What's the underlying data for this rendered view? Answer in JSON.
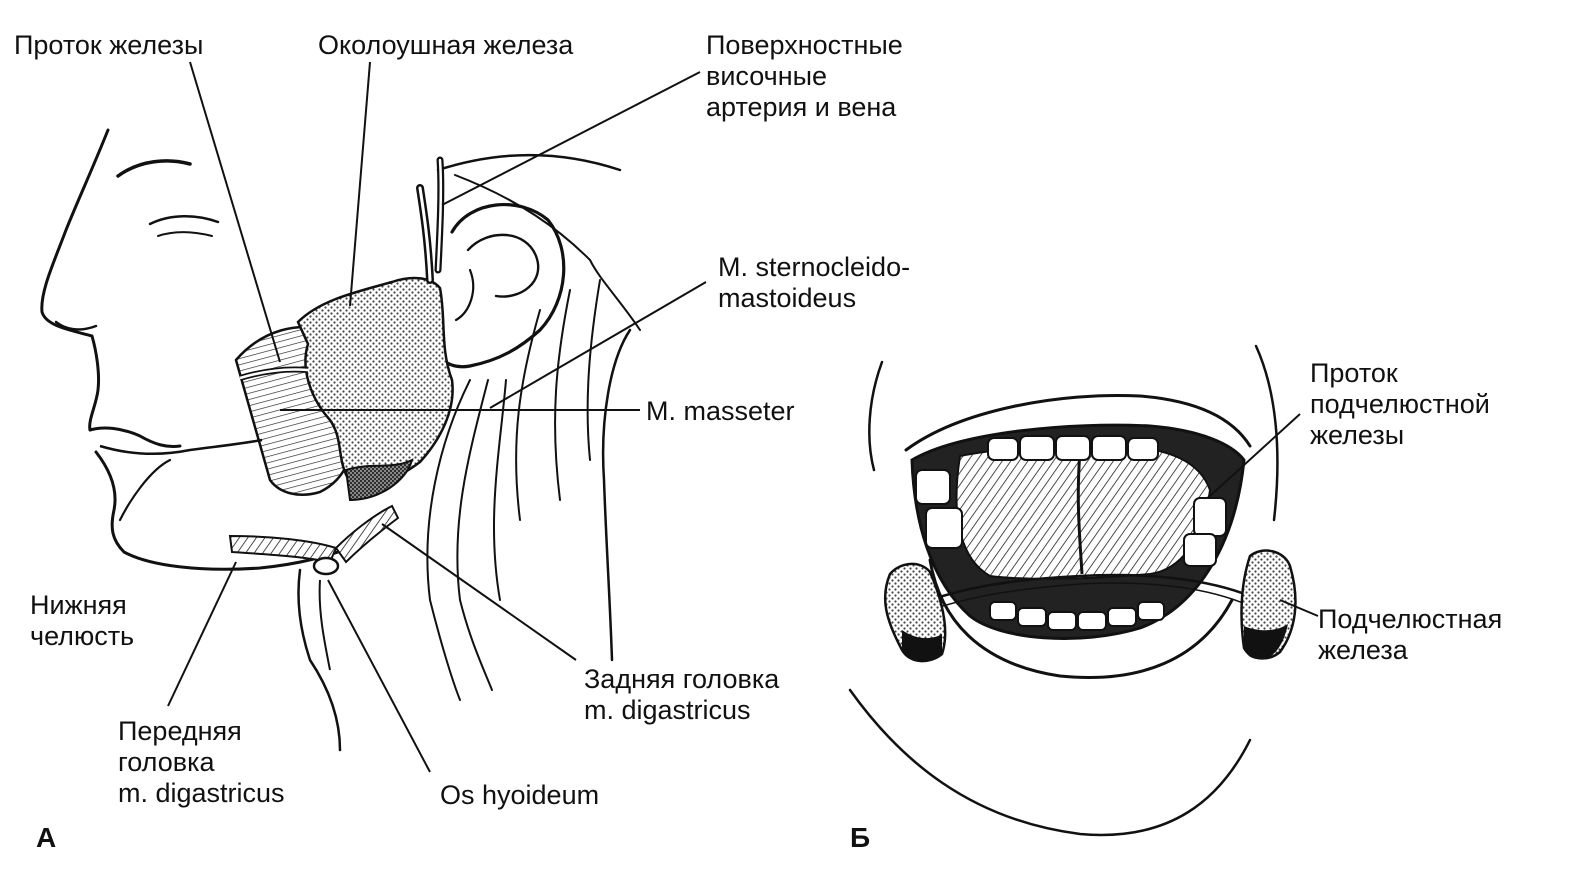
{
  "colors": {
    "ink": "#111111",
    "paper": "#ffffff",
    "stipple": "#6a6a6a"
  },
  "panels": {
    "a": "А",
    "b": "Б"
  },
  "labels": {
    "duct": "Проток железы",
    "parotid": "Околоушная железа",
    "temporal": [
      "Поверхностные",
      "височные",
      "артерия и вена"
    ],
    "scm": [
      "M. sternocleido-",
      "mastoideus"
    ],
    "masseter": "M. masseter",
    "mandible": [
      "Нижняя",
      "челюсть"
    ],
    "anterior_belly": [
      "Передняя",
      "головка",
      "m. digastricus"
    ],
    "os_hyoideum": "Os hyoideum",
    "posterior_belly": [
      "Задняя головка",
      "m. digastricus"
    ],
    "submandibular_duct": [
      "Проток",
      "подчелюстной",
      "железы"
    ],
    "submandibular_gland": [
      "Подчелюстная",
      "железа"
    ]
  }
}
